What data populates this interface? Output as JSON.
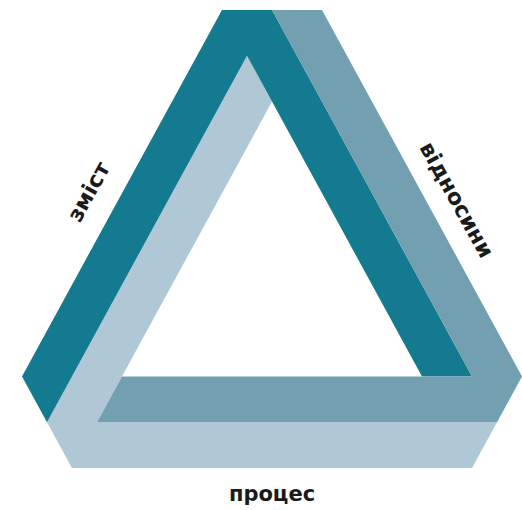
{
  "diagram": {
    "labels": [
      "зміст",
      "відносини",
      "процес"
    ]
  }
}
